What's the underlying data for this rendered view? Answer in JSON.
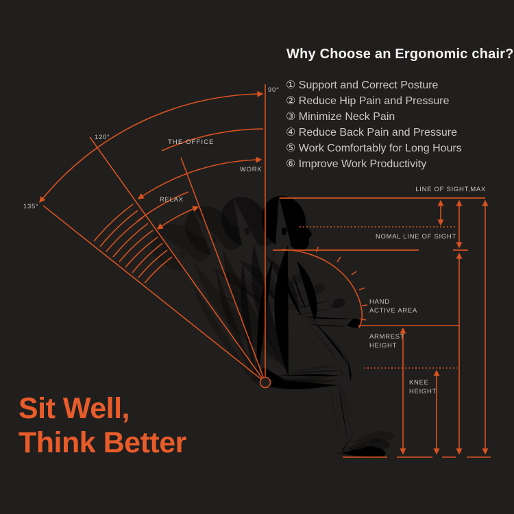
{
  "colors": {
    "background": "#211f1e",
    "accent_orange": "#d8521f",
    "tagline_orange": "#e95c2a",
    "title_white": "#f5f4f2",
    "body_gray": "#cac8c5",
    "label_gray": "#c9c6c2",
    "figure_line": "#e9e7e3"
  },
  "header": {
    "title": "Why Choose an Ergonomic chair?",
    "benefits": [
      "① Support and Correct Posture",
      "② Reduce Hip Pain and Pressure",
      "③ Minimize Neck Pain",
      "④ Reduce Back Pain and Pressure",
      "⑤ Work Comfortably for Long Hours",
      "⑥ Improve Work Productivity"
    ]
  },
  "tagline": {
    "line1": "Sit Well,",
    "line2": "Think Better"
  },
  "diagram": {
    "angle_labels": {
      "deg90": "90°",
      "deg120": "120°",
      "deg135": "135°"
    },
    "zone_labels": {
      "office": "THE OFFICE",
      "work": "WORK",
      "relax": "RELAX"
    },
    "measurement_labels": {
      "line_of_sight_max": "LINE OF SIGHT,MAX",
      "normal_line_of_sight": "NOMAL LINE OF SIGHT",
      "hand_active_area": "HAND\nACTIVE AREA",
      "armrest_height": "ARMREST\nHEIGHT",
      "knee_height": "KNEE\nHEIGHT"
    }
  }
}
